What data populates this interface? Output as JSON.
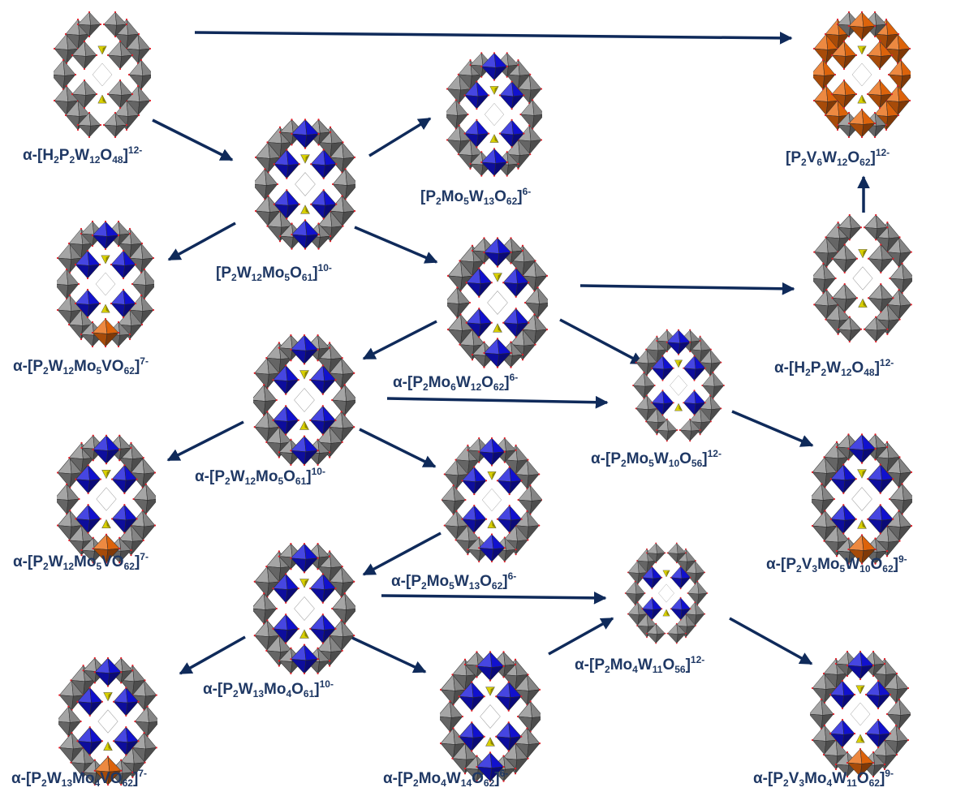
{
  "colors": {
    "arrow": "#0f2a5a",
    "label": "#1f3864",
    "tungsten": "#8c8c8c",
    "molybdenum": "#1212d8",
    "phosphorus": "#d9d000",
    "vanadium": "#e8680c",
    "oxygen": "#e0202a"
  },
  "icons": {
    "octahedron": "polyhedral-octahedron-icon",
    "tetrahedron": "phosphate-tetrahedron-icon",
    "arrow": "arrow-right-icon"
  },
  "molecules": [
    {
      "id": "m01",
      "composition": "W",
      "vertical": "none"
    },
    {
      "id": "m02",
      "composition": "V",
      "vertical": "none"
    },
    {
      "id": "m03",
      "composition": "Mo",
      "vertical": "both"
    },
    {
      "id": "m04",
      "composition": "Mo",
      "vertical": "both"
    },
    {
      "id": "m05",
      "composition": "MoV",
      "vertical": "both"
    },
    {
      "id": "m06",
      "composition": "Mo",
      "vertical": "both"
    },
    {
      "id": "m07",
      "composition": "W",
      "vertical": "none"
    },
    {
      "id": "m08",
      "composition": "Mo",
      "vertical": "both"
    },
    {
      "id": "m09",
      "composition": "Mo",
      "vertical": "top"
    },
    {
      "id": "m10",
      "composition": "MoV",
      "vertical": "both"
    },
    {
      "id": "m11",
      "composition": "Mo",
      "vertical": "both"
    },
    {
      "id": "m12",
      "composition": "MoV",
      "vertical": "both"
    },
    {
      "id": "m13",
      "composition": "Mo",
      "vertical": "both"
    },
    {
      "id": "m14",
      "composition": "Mo",
      "vertical": "none"
    },
    {
      "id": "m15",
      "composition": "MoV",
      "vertical": "both"
    },
    {
      "id": "m16",
      "composition": "Mo",
      "vertical": "both"
    },
    {
      "id": "m17",
      "composition": "MoV",
      "vertical": "both"
    }
  ],
  "labels": [
    {
      "id": "l01",
      "parts": [
        [
          "t",
          "α-[H"
        ],
        [
          "sub",
          "2"
        ],
        [
          "t",
          "P"
        ],
        [
          "sub",
          "2"
        ],
        [
          "t",
          "W"
        ],
        [
          "sub",
          "12"
        ],
        [
          "t",
          "O"
        ],
        [
          "sub",
          "48"
        ],
        [
          "t",
          "]"
        ],
        [
          "sup",
          "12-"
        ]
      ]
    },
    {
      "id": "l02",
      "parts": [
        [
          "t",
          "[P"
        ],
        [
          "sub",
          "2"
        ],
        [
          "t",
          "V"
        ],
        [
          "sub",
          "6"
        ],
        [
          "t",
          "W"
        ],
        [
          "sub",
          "12"
        ],
        [
          "t",
          "O"
        ],
        [
          "sub",
          "62"
        ],
        [
          "t",
          "]"
        ],
        [
          "sup",
          "12-"
        ]
      ]
    },
    {
      "id": "l03",
      "parts": [
        [
          "t",
          "[P"
        ],
        [
          "sub",
          "2"
        ],
        [
          "t",
          "Mo"
        ],
        [
          "sub",
          "5"
        ],
        [
          "t",
          "W"
        ],
        [
          "sub",
          "13"
        ],
        [
          "t",
          "O"
        ],
        [
          "sub",
          "62"
        ],
        [
          "t",
          "]"
        ],
        [
          "sup",
          "6-"
        ]
      ]
    },
    {
      "id": "l04",
      "parts": [
        [
          "t",
          "[P"
        ],
        [
          "sub",
          "2"
        ],
        [
          "t",
          "W"
        ],
        [
          "sub",
          "12"
        ],
        [
          "t",
          "Mo"
        ],
        [
          "sub",
          "5"
        ],
        [
          "t",
          "O"
        ],
        [
          "sub",
          "61"
        ],
        [
          "t",
          "]"
        ],
        [
          "sup",
          "10-"
        ]
      ]
    },
    {
      "id": "l05",
      "parts": [
        [
          "t",
          "α-[P"
        ],
        [
          "sub",
          "2"
        ],
        [
          "t",
          "W"
        ],
        [
          "sub",
          "12"
        ],
        [
          "t",
          "Mo"
        ],
        [
          "sub",
          "5"
        ],
        [
          "t",
          "VO"
        ],
        [
          "sub",
          "62"
        ],
        [
          "t",
          "]"
        ],
        [
          "sup",
          "7-"
        ]
      ]
    },
    {
      "id": "l06",
      "parts": [
        [
          "t",
          "α-[H"
        ],
        [
          "sub",
          "2"
        ],
        [
          "t",
          "P"
        ],
        [
          "sub",
          "2"
        ],
        [
          "t",
          "W"
        ],
        [
          "sub",
          "12"
        ],
        [
          "t",
          "O"
        ],
        [
          "sub",
          "48"
        ],
        [
          "t",
          "]"
        ],
        [
          "sup",
          "12-"
        ]
      ]
    },
    {
      "id": "l07",
      "parts": [
        [
          "t",
          "α-[P"
        ],
        [
          "sub",
          "2"
        ],
        [
          "t",
          "Mo"
        ],
        [
          "sub",
          "6"
        ],
        [
          "t",
          "W"
        ],
        [
          "sub",
          "12"
        ],
        [
          "t",
          "O"
        ],
        [
          "sub",
          "62"
        ],
        [
          "t",
          "]"
        ],
        [
          "sup",
          "6-"
        ]
      ]
    },
    {
      "id": "l08",
      "parts": [
        [
          "t",
          "α-[P"
        ],
        [
          "sub",
          "2"
        ],
        [
          "t",
          "W"
        ],
        [
          "sub",
          "12"
        ],
        [
          "t",
          "Mo"
        ],
        [
          "sub",
          "5"
        ],
        [
          "t",
          "O"
        ],
        [
          "sub",
          "61"
        ],
        [
          "t",
          "]"
        ],
        [
          "sup",
          "10-"
        ]
      ]
    },
    {
      "id": "l09",
      "parts": [
        [
          "t",
          "α-[P"
        ],
        [
          "sub",
          "2"
        ],
        [
          "t",
          "Mo"
        ],
        [
          "sub",
          "5"
        ],
        [
          "t",
          "W"
        ],
        [
          "sub",
          "10"
        ],
        [
          "t",
          "O"
        ],
        [
          "sub",
          "56"
        ],
        [
          "t",
          "]"
        ],
        [
          "sup",
          "12-"
        ]
      ]
    },
    {
      "id": "l10",
      "parts": [
        [
          "t",
          "α-[P"
        ],
        [
          "sub",
          "2"
        ],
        [
          "t",
          "W"
        ],
        [
          "sub",
          "12"
        ],
        [
          "t",
          "Mo"
        ],
        [
          "sub",
          "5"
        ],
        [
          "t",
          "VO"
        ],
        [
          "sub",
          "62"
        ],
        [
          "t",
          "]"
        ],
        [
          "sup",
          "7-"
        ]
      ]
    },
    {
      "id": "l11",
      "parts": [
        [
          "t",
          "α-[P"
        ],
        [
          "sub",
          "2"
        ],
        [
          "t",
          "Mo"
        ],
        [
          "sub",
          "5"
        ],
        [
          "t",
          "W"
        ],
        [
          "sub",
          "13"
        ],
        [
          "t",
          "O"
        ],
        [
          "sub",
          "62"
        ],
        [
          "t",
          "]"
        ],
        [
          "sup",
          "6-"
        ]
      ]
    },
    {
      "id": "l12",
      "parts": [
        [
          "t",
          "α-[P"
        ],
        [
          "sub",
          "2"
        ],
        [
          "t",
          "V"
        ],
        [
          "sub",
          "3"
        ],
        [
          "t",
          "Mo"
        ],
        [
          "sub",
          "5"
        ],
        [
          "t",
          "W"
        ],
        [
          "sub",
          "10"
        ],
        [
          "t",
          "O"
        ],
        [
          "sub",
          "62"
        ],
        [
          "t",
          "]"
        ],
        [
          "sup",
          "9-"
        ]
      ]
    },
    {
      "id": "l13",
      "parts": [
        [
          "t",
          "α-[P"
        ],
        [
          "sub",
          "2"
        ],
        [
          "t",
          "Mo"
        ],
        [
          "sub",
          "4"
        ],
        [
          "t",
          "W"
        ],
        [
          "sub",
          "11"
        ],
        [
          "t",
          "O"
        ],
        [
          "sub",
          "56"
        ],
        [
          "t",
          "]"
        ],
        [
          "sup",
          "12-"
        ]
      ]
    },
    {
      "id": "l14",
      "parts": [
        [
          "t",
          "α-[P"
        ],
        [
          "sub",
          "2"
        ],
        [
          "t",
          "W"
        ],
        [
          "sub",
          "13"
        ],
        [
          "t",
          "Mo"
        ],
        [
          "sub",
          "4"
        ],
        [
          "t",
          "O"
        ],
        [
          "sub",
          "61"
        ],
        [
          "t",
          "]"
        ],
        [
          "sup",
          "10-"
        ]
      ]
    },
    {
      "id": "l15",
      "parts": [
        [
          "t",
          "α-[P"
        ],
        [
          "sub",
          "2"
        ],
        [
          "t",
          "W"
        ],
        [
          "sub",
          "13"
        ],
        [
          "t",
          "Mo"
        ],
        [
          "sub",
          "4"
        ],
        [
          "t",
          "VO"
        ],
        [
          "sub",
          "62"
        ],
        [
          "t",
          "]"
        ],
        [
          "sup",
          "7-"
        ]
      ]
    },
    {
      "id": "l16",
      "parts": [
        [
          "t",
          "α-[P"
        ],
        [
          "sub",
          "2"
        ],
        [
          "t",
          "Mo"
        ],
        [
          "sub",
          "4"
        ],
        [
          "t",
          "W"
        ],
        [
          "sub",
          "14"
        ],
        [
          "t",
          "O"
        ],
        [
          "sub",
          "62"
        ],
        [
          "t",
          "]"
        ],
        [
          "sup",
          "6-"
        ]
      ]
    },
    {
      "id": "l17",
      "parts": [
        [
          "t",
          "α-[P"
        ],
        [
          "sub",
          "2"
        ],
        [
          "t",
          "V"
        ],
        [
          "sub",
          "3"
        ],
        [
          "t",
          "Mo"
        ],
        [
          "sub",
          "4"
        ],
        [
          "t",
          "W"
        ],
        [
          "sub",
          "11"
        ],
        [
          "t",
          "O"
        ],
        [
          "sub",
          "62"
        ],
        [
          "t",
          "]"
        ],
        [
          "sup",
          "9-"
        ]
      ]
    }
  ]
}
